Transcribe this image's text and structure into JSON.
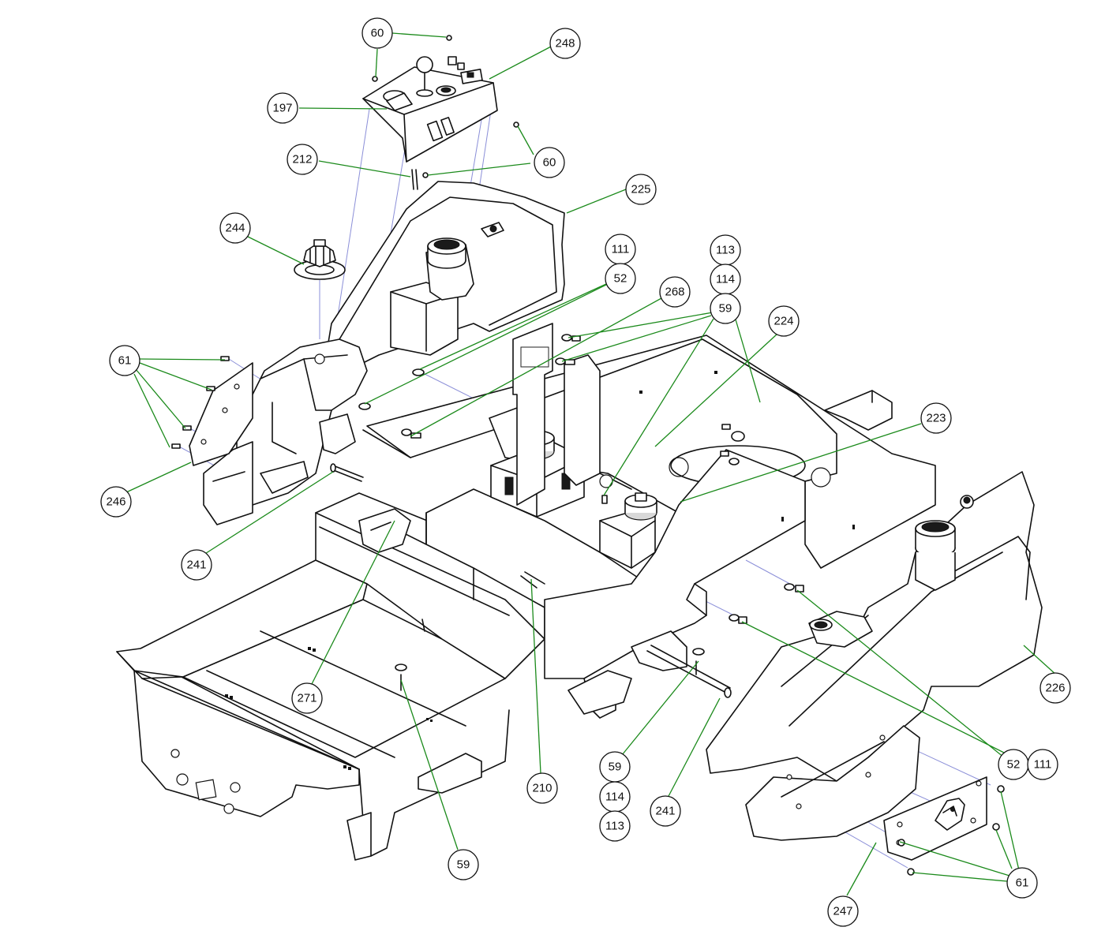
{
  "diagram": {
    "leader_color": "#1b8a1b",
    "guide_color": "#8b8fd8",
    "callouts": [
      {
        "id": "c60a",
        "label": "60"
      },
      {
        "id": "c248",
        "label": "248"
      },
      {
        "id": "c197",
        "label": "197"
      },
      {
        "id": "c60b",
        "label": "60"
      },
      {
        "id": "c212",
        "label": "212"
      },
      {
        "id": "c60c",
        "label": "60"
      },
      {
        "id": "c225",
        "label": "225"
      },
      {
        "id": "c244",
        "label": "244"
      },
      {
        "id": "c111a",
        "label": "111"
      },
      {
        "id": "c52a",
        "label": "52"
      },
      {
        "id": "c113a",
        "label": "113"
      },
      {
        "id": "c114a",
        "label": "114"
      },
      {
        "id": "c268",
        "label": "268"
      },
      {
        "id": "c59a",
        "label": "59"
      },
      {
        "id": "c224",
        "label": "224"
      },
      {
        "id": "c61a",
        "label": "61"
      },
      {
        "id": "c223",
        "label": "223"
      },
      {
        "id": "c246",
        "label": "246"
      },
      {
        "id": "c241a",
        "label": "241"
      },
      {
        "id": "c226",
        "label": "226"
      },
      {
        "id": "c271",
        "label": "271"
      },
      {
        "id": "c52b",
        "label": "52"
      },
      {
        "id": "c111b",
        "label": "111"
      },
      {
        "id": "c59b",
        "label": "59"
      },
      {
        "id": "c210",
        "label": "210"
      },
      {
        "id": "c114b",
        "label": "114"
      },
      {
        "id": "c241b",
        "label": "241"
      },
      {
        "id": "c113b",
        "label": "113"
      },
      {
        "id": "c61b",
        "label": "61"
      },
      {
        "id": "c59c",
        "label": "59"
      },
      {
        "id": "c247",
        "label": "247"
      }
    ]
  }
}
